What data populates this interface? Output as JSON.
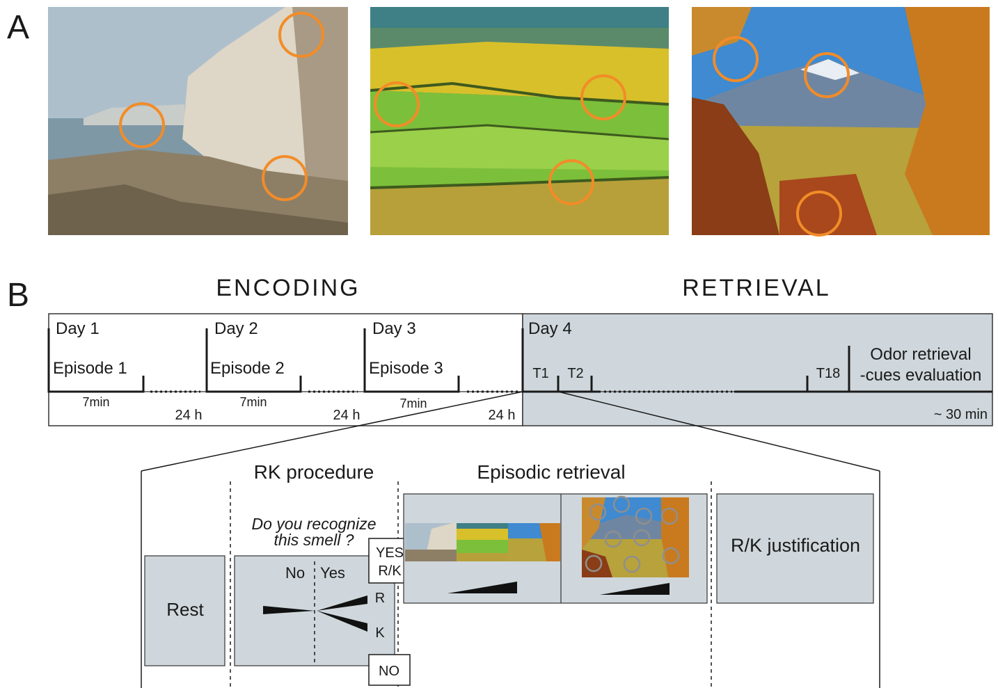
{
  "panel_a": {
    "label": "A",
    "photos": [
      {
        "name": "cliff-coast-photo",
        "palette": {
          "sky": "#aebfcc",
          "sea": "#7e98a6",
          "cliff": "#ded6c6",
          "shade": "#a89a85",
          "ground": "#8d7f66"
        }
      },
      {
        "name": "green-fields-photo",
        "palette": {
          "sky": "#3f7f86",
          "field": "#d8c02a",
          "grass": "#7cbf3a",
          "dark": "#3e5a1e",
          "ground": "#b7a03a"
        }
      },
      {
        "name": "autumn-mountain-photo",
        "palette": {
          "sky": "#3f8ad0",
          "snow": "#e8eef4",
          "forest": "#b7a23c",
          "leaves": "#c97a1e",
          "dark": "#8a3d16"
        }
      }
    ],
    "circle_color": "#f28c28"
  },
  "panel_b": {
    "label": "B",
    "encoding_header": "ENCODING",
    "retrieval_header": "RETRIEVAL",
    "days": [
      "Day 1",
      "Day 2",
      "Day 3",
      "Day 4"
    ],
    "episodes": [
      "Episode 1",
      "Episode 2",
      "Episode 3"
    ],
    "durations": [
      "7min",
      "7min",
      "7min"
    ],
    "intervals": [
      "24 h",
      "24 h",
      "24 h"
    ],
    "trials": [
      "T1",
      "T2",
      "T18"
    ],
    "odor_eval": [
      "Odor retrieval",
      "-cues evaluation"
    ],
    "total_time": "~ 30 min",
    "shade_color": "#cfd7dc"
  },
  "trial": {
    "rest": "Rest",
    "rk_title": "RK procedure",
    "question": [
      "Do you recognize",
      "this smell ?"
    ],
    "no": "No",
    "yes": "Yes",
    "r": "R",
    "k": "K",
    "yes_rk": [
      "YES",
      "R/K"
    ],
    "no_box": "NO",
    "episodic_title": "Episodic retrieval",
    "justification": "R/K justification"
  }
}
